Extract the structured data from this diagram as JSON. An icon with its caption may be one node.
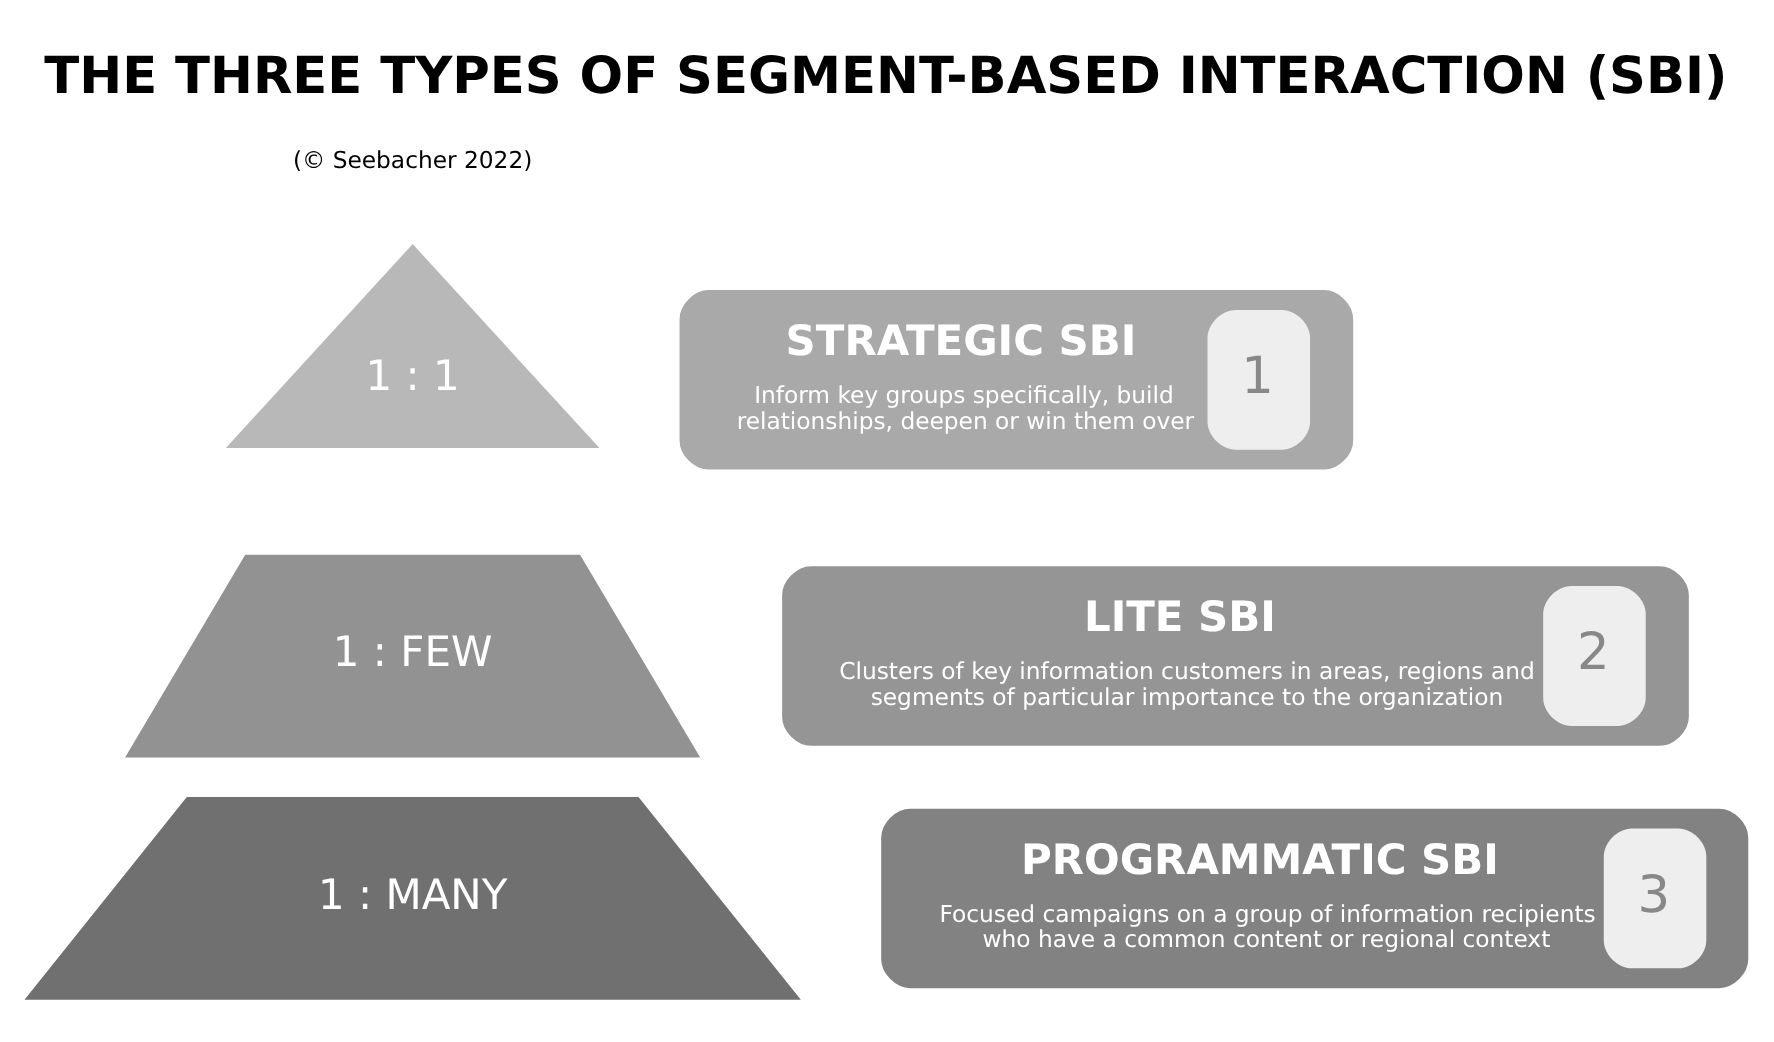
{
  "diagram": {
    "title": "THE THREE TYPES OF SEGMENT-BASED INTERACTION (SBI)",
    "nodes": [
      {
        "text": [
          "1 : 1"
        ]
      },
      {
        "text": [
          "1 : FEW"
        ]
      },
      {
        "text": [
          "1 : MANY"
        ]
      },
      {
        "text": [
          "STRATEGIC SBI",
          "Inform key groups specifically, build relationships, deepen or win them over",
          "1"
        ]
      },
      {
        "text": [
          "LITE SBI",
          "Clusters of key information customers in areas, regions and segments of particular importance to the organization",
          "2"
        ]
      },
      {
        "text": [
          "PROGRAMMATIC SBI",
          "Focused campaigns on a group of information recipients who have a common content or regional context",
          "3"
        ]
      }
    ],
    "edges": [],
    "labels": [
      "(© Seebacher 2022)"
    ]
  }
}
